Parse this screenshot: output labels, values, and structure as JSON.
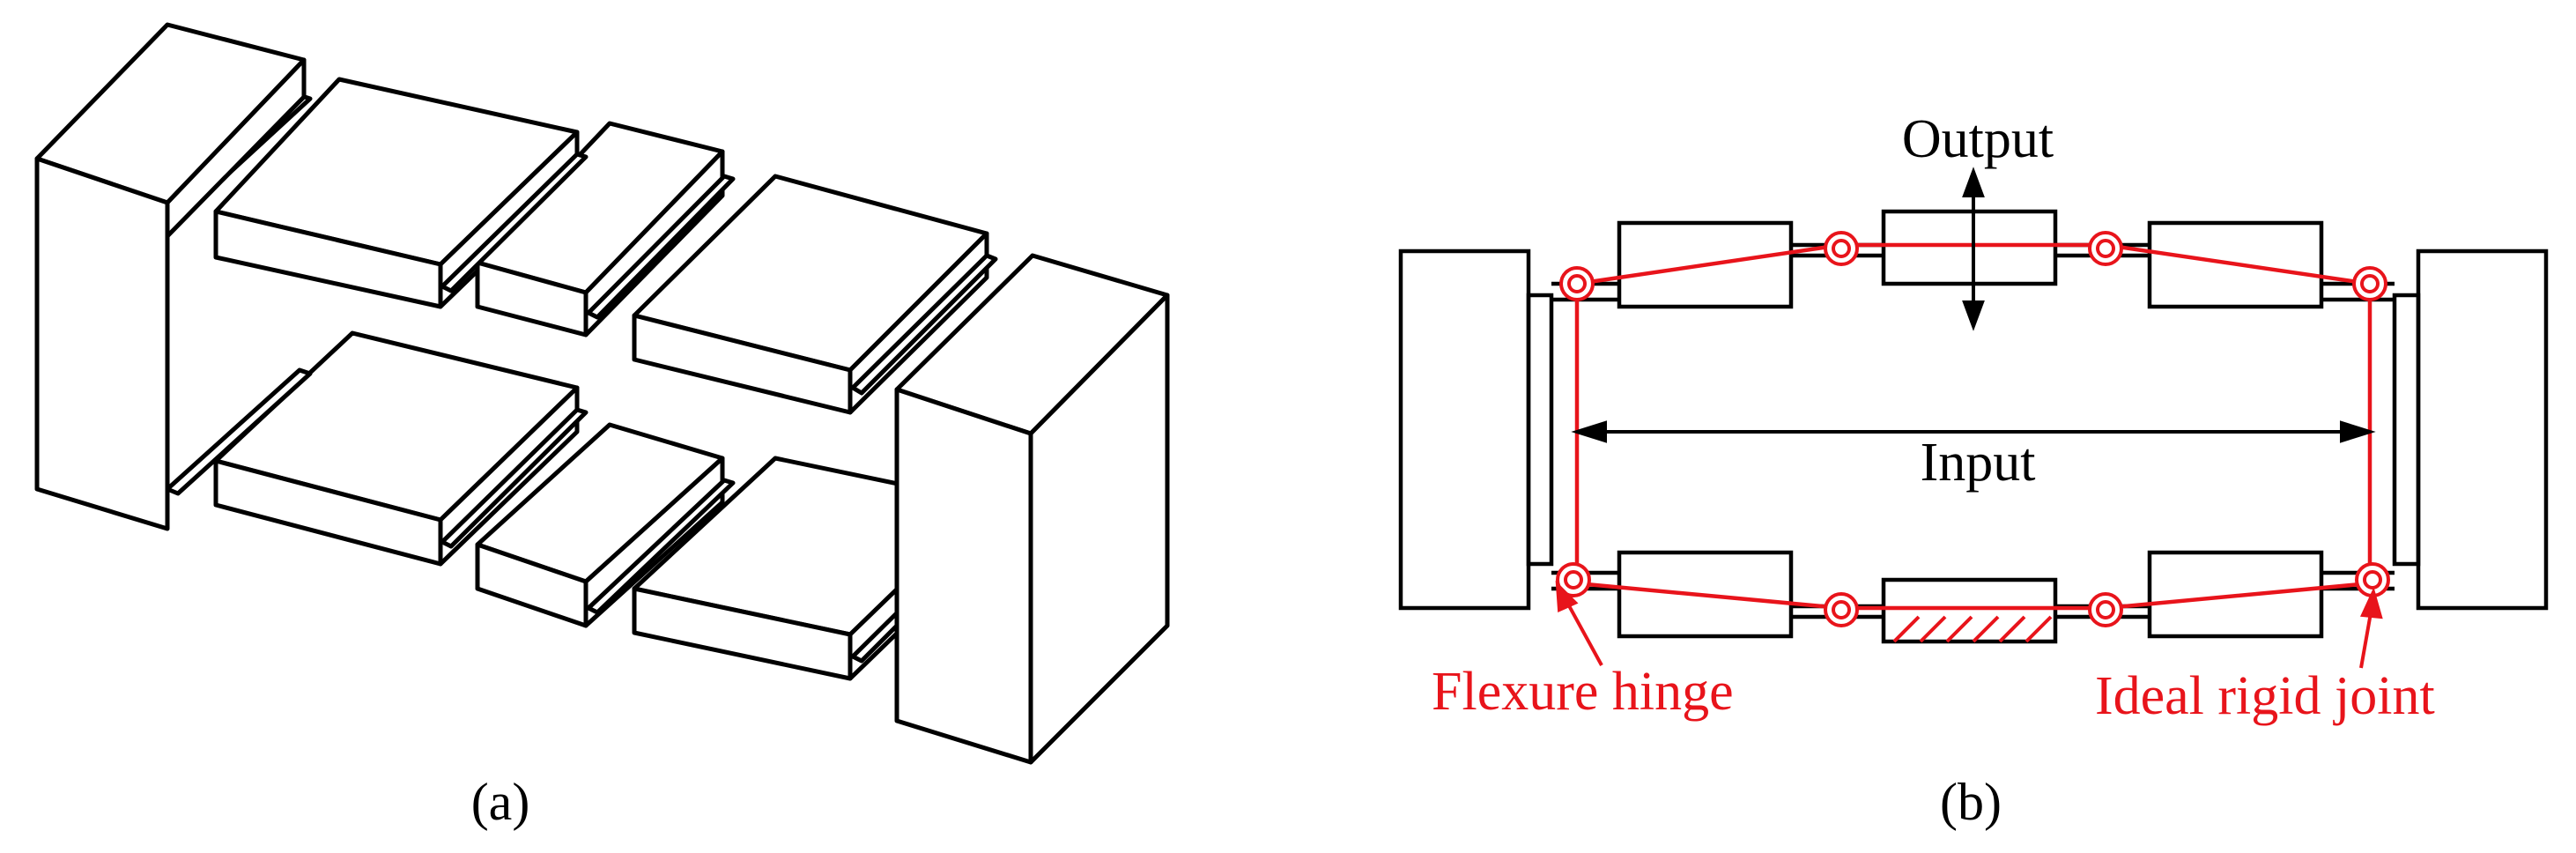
{
  "panels": {
    "a": {
      "caption": "(a)"
    },
    "b": {
      "caption": "(b)",
      "output_label": "Output",
      "input_label": "Input",
      "flexure_label": "Flexure hinge",
      "rigid_joint_label": "Ideal rigid joint"
    }
  },
  "colors": {
    "line": "#000000",
    "accent": "#e8141b",
    "background": "#ffffff"
  }
}
